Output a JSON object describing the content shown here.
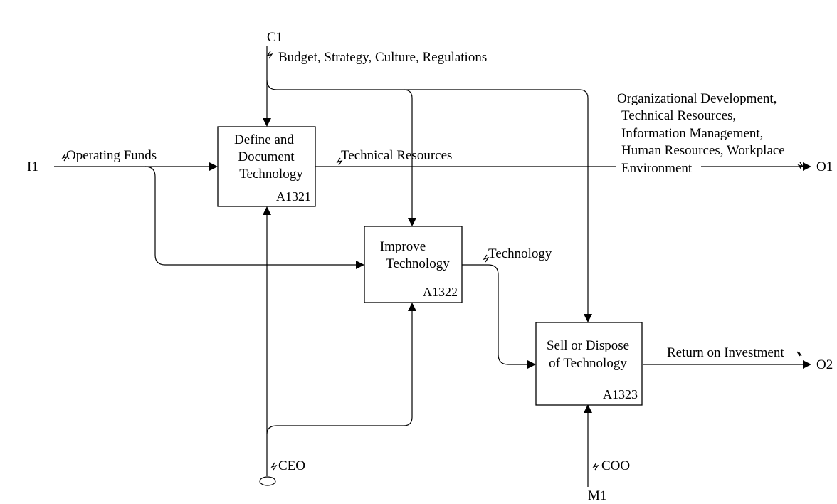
{
  "boundary": {
    "control_c1": "C1",
    "input_i1": "I1",
    "output_o1": "O1",
    "output_o2": "O2",
    "mechanism_m1": "M1"
  },
  "arrows": {
    "control_label": "Budget, Strategy, Culture, Regulations",
    "input_label": "Operating Funds",
    "technical_resources_label": "Technical Resources",
    "output1_lines": [
      "Organizational Development,",
      "Technical Resources,",
      "Information Management,",
      "Human Resources, Workplace",
      "Environment"
    ],
    "technology_label": "Technology",
    "output2_label": "Return on Investment",
    "ceo_label": "CEO",
    "coo_label": "COO"
  },
  "activities": [
    {
      "title_lines": [
        "Define and",
        "Document",
        "Technology"
      ],
      "number": "A1321"
    },
    {
      "title_lines": [
        "Improve",
        "Technology"
      ],
      "number": "A1322"
    },
    {
      "title_lines": [
        "Sell or Dispose",
        "of Technology"
      ],
      "number": "A1323"
    }
  ]
}
